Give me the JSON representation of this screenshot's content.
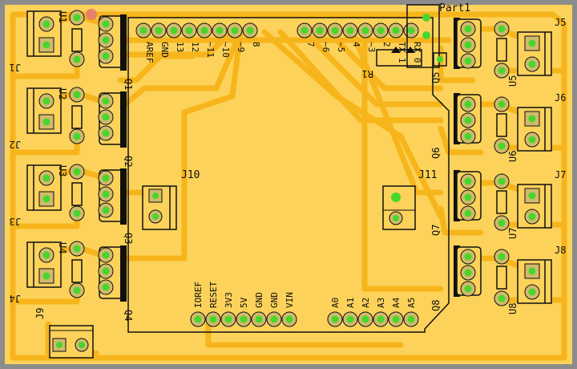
{
  "colors": {
    "board": "#fcd25a",
    "trace": "#f7b51c",
    "silk": "#101010",
    "pad": "#d2ba6c",
    "via": "#46d62e",
    "frame": "#8c8c8c"
  },
  "arduino": {
    "top_header_labels": [
      "AREF",
      "GND",
      "13",
      "12",
      "~11",
      "~10",
      "~9",
      "8",
      "7",
      "~6",
      "~5",
      "4",
      "~3",
      "2",
      "TX 1",
      "RX 0"
    ],
    "bottom_header_labels": [
      "IOREF",
      "RESET",
      "3V3",
      "5V",
      "GND",
      "GND",
      "VIN",
      "A0",
      "A1",
      "A2",
      "A3",
      "A4",
      "A5"
    ]
  },
  "labels": {
    "part1": "Part1",
    "r1": "R1",
    "j10": "J10",
    "j11": "J11",
    "j9": "J9"
  },
  "left_channels": [
    {
      "u": "U1",
      "q": "Q1",
      "j": "J1"
    },
    {
      "u": "U2",
      "q": "Q2",
      "j": "J2"
    },
    {
      "u": "U3",
      "q": "Q3",
      "j": "J3"
    },
    {
      "u": "U4",
      "q": "Q4",
      "j": "J4"
    }
  ],
  "right_channels": [
    {
      "u": "U5",
      "q": "Q5",
      "j": "J5"
    },
    {
      "u": "U6",
      "q": "Q6",
      "j": "J6"
    },
    {
      "u": "U7",
      "q": "Q7",
      "j": "J7"
    },
    {
      "u": "U8",
      "q": "Q8",
      "j": "J8"
    }
  ]
}
